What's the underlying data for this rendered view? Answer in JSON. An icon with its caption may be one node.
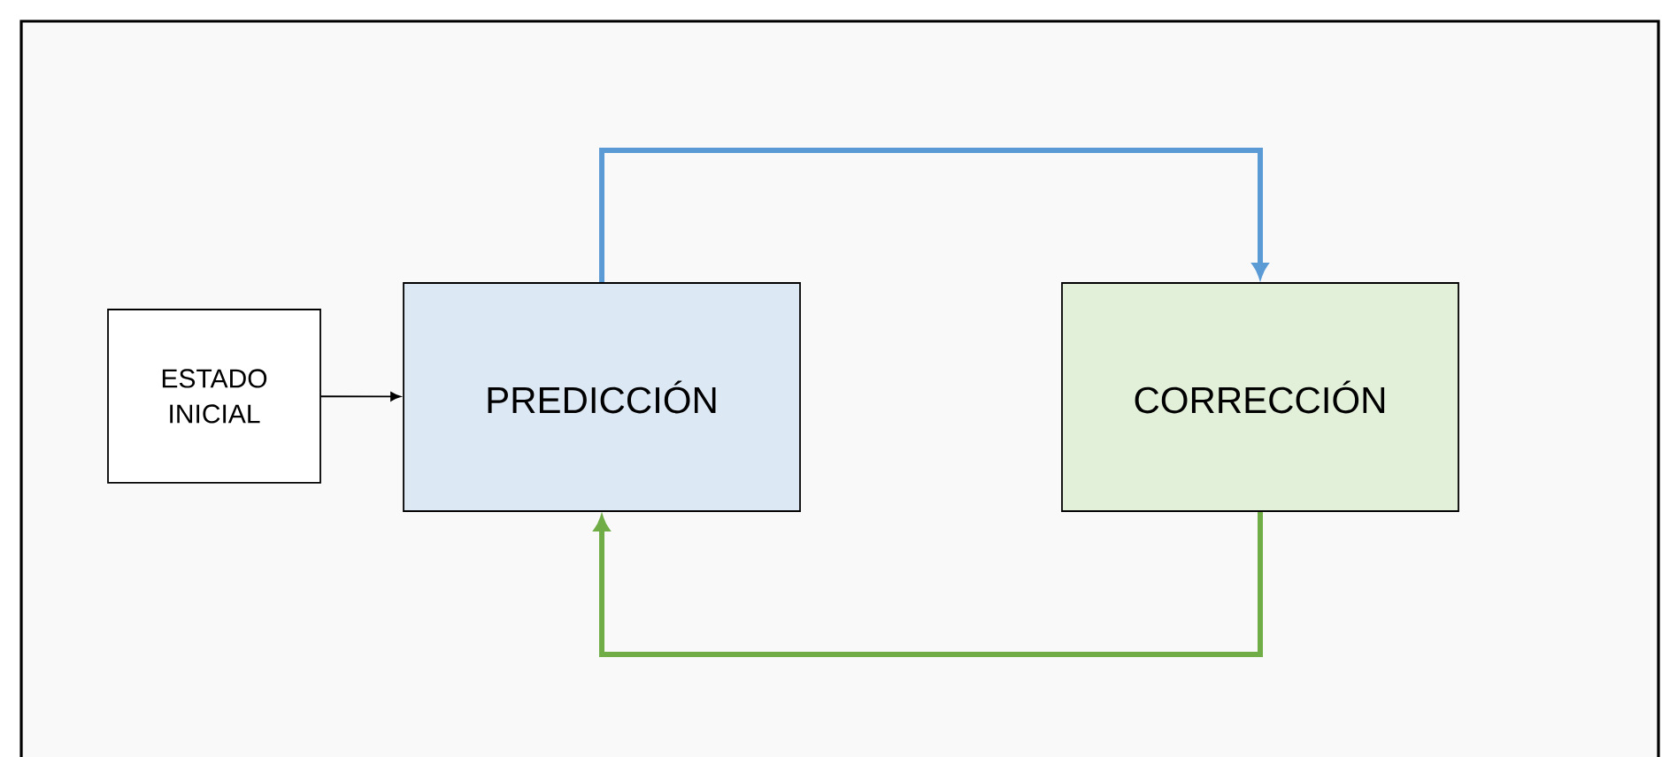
{
  "diagram": {
    "nodes": [
      {
        "text": [
          "ESTADO INICIAL"
        ]
      },
      {
        "text": [
          "PREDICCIÓN"
        ]
      },
      {
        "text": [
          "CORRECCIÓN"
        ]
      }
    ],
    "edges": [
      {
        "from": 0,
        "to": 1,
        "arrow": "to"
      },
      {
        "from": 1,
        "to": 2,
        "arrow": "to",
        "color": "#5b9bd5"
      },
      {
        "from": 2,
        "to": 1,
        "arrow": "to",
        "color": "#70ad47"
      }
    ]
  }
}
